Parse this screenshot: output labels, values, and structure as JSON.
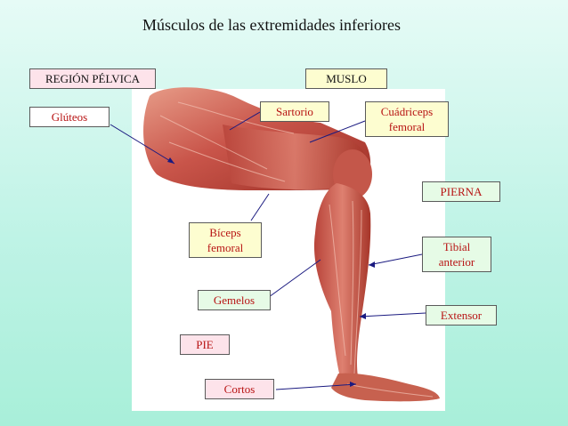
{
  "title": "Músculos de las extremidades inferiores",
  "labels": {
    "region_pelvica": "REGIÓN PÉLVICA",
    "gluteos": "Glúteos",
    "muslo": "MUSLO",
    "sartorio": "Sartorio",
    "cuadriceps_1": "Cuádriceps",
    "cuadriceps_2": "femoral",
    "pierna": "PIERNA",
    "biceps_1": "Bíceps",
    "biceps_2": "femoral",
    "tibial_1": "Tibial",
    "tibial_2": "anterior",
    "gemelos": "Gemelos",
    "extensor": "Extensor",
    "pie": "PIE",
    "cortos": "Cortos"
  },
  "colors": {
    "muscle_dark": "#a83a2e",
    "muscle_mid": "#c9554a",
    "muscle_light": "#e08a78",
    "leader_line": "#1a1a80"
  }
}
